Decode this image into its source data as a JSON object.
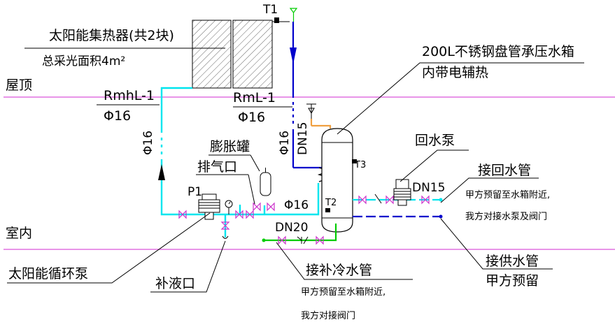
{
  "labels": {
    "collector_title": "太阳能集热器(共2块)",
    "collector_area": "总采光面积4m²",
    "roof": "屋顶",
    "indoor": "室内",
    "t1": "T1",
    "t2": "T2",
    "t3": "T3",
    "p1": "P1",
    "rmhl": "RmhL-1",
    "rmhl_dia": "Φ16",
    "rml": "RmL-1",
    "rml_dia": "Φ16",
    "vert_left_dia": "Φ16",
    "vert_mid_dia": "Φ16",
    "horiz_dia": "Φ16",
    "dn15_vert": "DN15",
    "tank_title": "200L不锈钢盘管承压水箱",
    "tank_sub": "内带电辅热",
    "expansion_tank": "膨胀罐",
    "air_vent": "排气口",
    "return_pump": "回水泵",
    "dn15_pump": "DN15",
    "return_pipe": "接回水管",
    "return_note1": "甲方预留至水箱附近,",
    "return_note2": "我方对接水泵及阀门",
    "supply_pipe": "接供水管",
    "supply_note": "甲方预留",
    "dn20": "DN20",
    "circ_pump": "太阳能循环泵",
    "fill_port": "补液口",
    "cold_pipe": "接补冷水管",
    "cold_note1": "甲方预留至水箱附近,",
    "cold_note2": "我方对接阀门"
  },
  "colors": {
    "solar_loop": "#00e5ee",
    "hot_flow": "#0000cc",
    "floor_line": "#e070e0",
    "valve": "#cc33cc",
    "cold_pipe": "#00cc00",
    "vent_pipe": "#f0a040"
  }
}
